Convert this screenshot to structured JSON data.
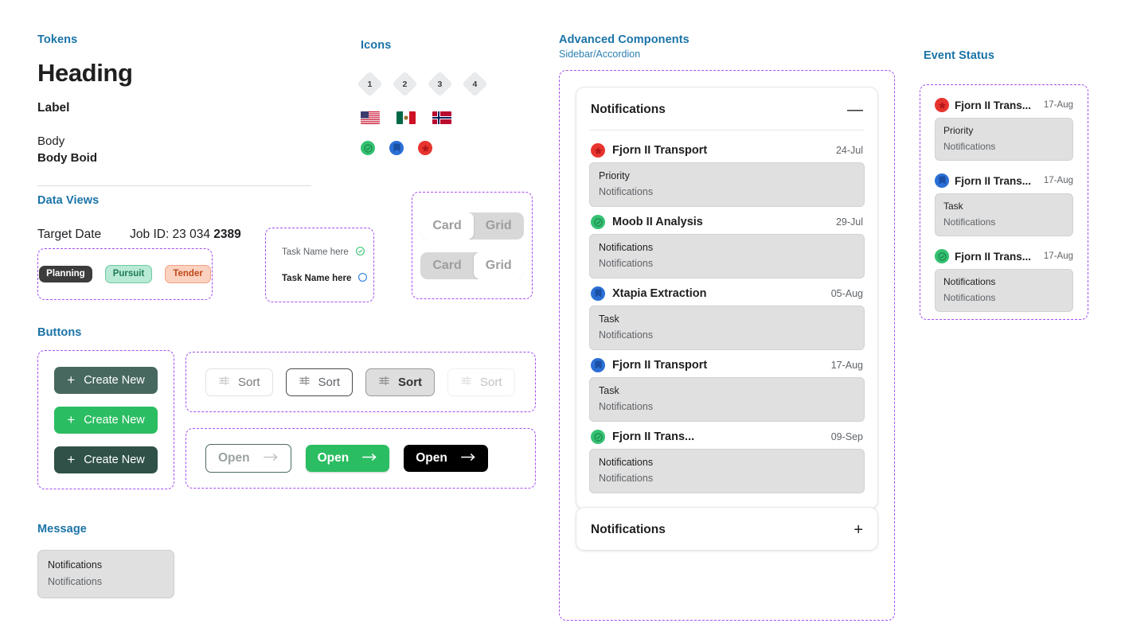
{
  "tokens": {
    "section": "Tokens",
    "heading": "Heading",
    "label": "Label",
    "body": "Body",
    "body_bold": "Body Boid"
  },
  "data_views": {
    "section": "Data Views",
    "target_date": "Target Date",
    "job_id_prefix": "Job ID: 23 034 ",
    "job_id_bold": "2389",
    "chips": [
      {
        "label": "Planning",
        "style": "dark"
      },
      {
        "label": "Pursuit",
        "style": "green"
      },
      {
        "label": "Tender",
        "style": "orange"
      }
    ],
    "task_names": [
      {
        "label": "Task Name here",
        "icon": "check-circle-icon",
        "state": "normal"
      },
      {
        "label": "Task Name here",
        "icon": "empty-circle-icon",
        "state": "bold"
      }
    ],
    "toggles": [
      {
        "options": [
          "Card",
          "Grid"
        ],
        "selected": "Card"
      },
      {
        "options": [
          "Card",
          "Grid"
        ],
        "selected": "Grid"
      }
    ]
  },
  "buttons": {
    "section": "Buttons",
    "create": [
      {
        "label": "Create New",
        "variant": "muted"
      },
      {
        "label": "Create New",
        "variant": "primary"
      },
      {
        "label": "Create New",
        "variant": "dark"
      }
    ],
    "sort": [
      {
        "label": "Sort",
        "variant": "default"
      },
      {
        "label": "Sort",
        "variant": "focus"
      },
      {
        "label": "Sort",
        "variant": "active"
      },
      {
        "label": "Sort",
        "variant": "disabled"
      }
    ],
    "open": [
      {
        "label": "Open",
        "variant": "outline"
      },
      {
        "label": "Open",
        "variant": "primary"
      },
      {
        "label": "Open",
        "variant": "black"
      }
    ]
  },
  "message": {
    "section": "Message",
    "title": "Notifications",
    "subtitle": "Notifications"
  },
  "icons": {
    "section": "Icons",
    "diamonds": [
      "1",
      "2",
      "3",
      "4"
    ],
    "flags": [
      "flag-us-icon",
      "flag-mx-icon",
      "flag-no-icon"
    ],
    "statuses": [
      "check-circle-icon",
      "bookmark-icon",
      "star-icon"
    ]
  },
  "advanced": {
    "section": "Advanced Components",
    "subsection": "Sidebar/Accordion",
    "accordion_open": {
      "title": "Notifications",
      "toggle": "—",
      "items": [
        {
          "icon": "star-icon",
          "name": "Fjorn II Transport",
          "date": "24-Jul",
          "card_title": "Priority",
          "card_sub": "Notifications"
        },
        {
          "icon": "check-circle-icon",
          "name": "Moob II Analysis",
          "date": "29-Jul",
          "card_title": "Notifications",
          "card_sub": "Notifications"
        },
        {
          "icon": "bookmark-icon",
          "name": "Xtapia Extraction",
          "date": "05-Aug",
          "card_title": "Task",
          "card_sub": "Notifications"
        },
        {
          "icon": "bookmark-icon",
          "name": "Fjorn II Transport",
          "date": "17-Aug",
          "card_title": "Task",
          "card_sub": "Notifications"
        },
        {
          "icon": "check-circle-icon",
          "name": "Fjorn II Trans...",
          "date": "09-Sep",
          "card_title": "Notifications",
          "card_sub": "Notifications"
        }
      ]
    },
    "accordion_closed": {
      "title": "Notifications",
      "toggle": "+"
    }
  },
  "event_status": {
    "section": "Event Status",
    "items": [
      {
        "icon": "star-icon",
        "name": "Fjorn II Trans...",
        "date": "17-Aug",
        "card_title": "Priority",
        "card_sub": "Notifications"
      },
      {
        "icon": "bookmark-icon",
        "name": "Fjorn II Trans...",
        "date": "17-Aug",
        "card_title": "Task",
        "card_sub": "Notifications"
      },
      {
        "icon": "check-circle-icon",
        "name": "Fjorn II Trans...",
        "date": "17-Aug",
        "card_title": "Notifications",
        "card_sub": "Notifications"
      }
    ]
  },
  "colors": {
    "accent_blue": "#1a73a7",
    "dashed_purple": "#a24ff0",
    "green": "#2bbd62",
    "status_green": "#34c172",
    "status_blue": "#2b6fd6",
    "status_red": "#e8342e"
  }
}
